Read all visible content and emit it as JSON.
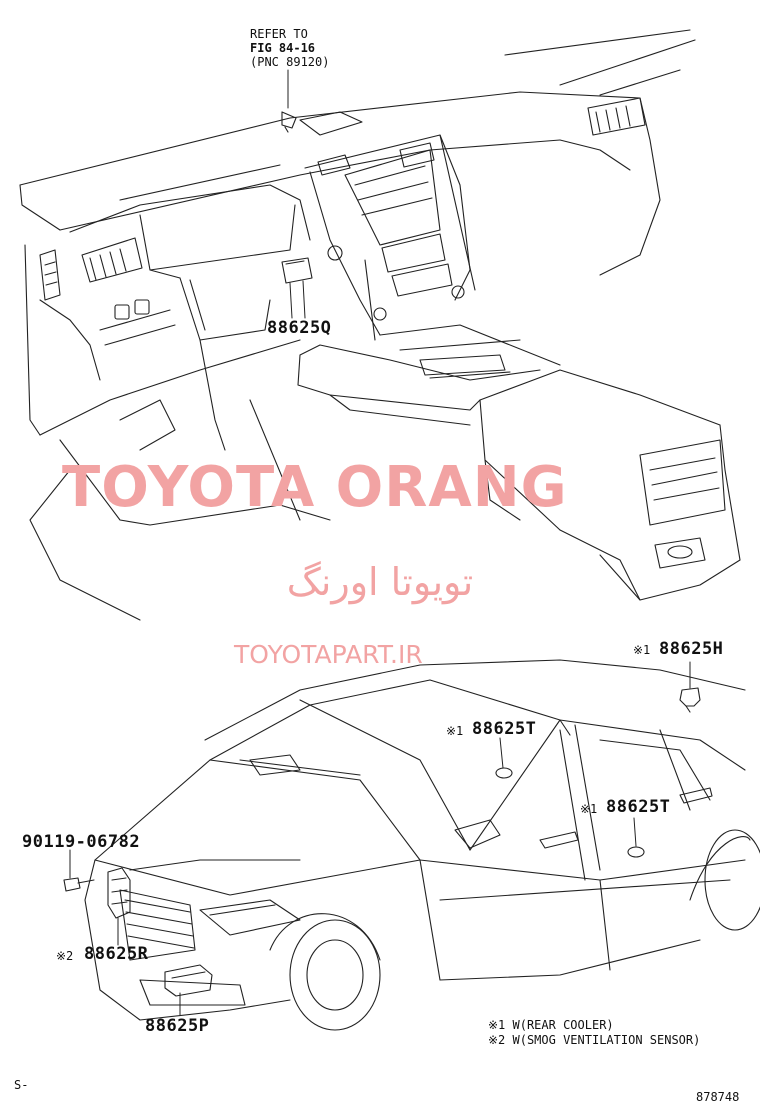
{
  "refer_note": {
    "line1": "REFER TO",
    "line2": "FIG 84-16",
    "line3": "(PNC 89120)"
  },
  "parts": {
    "q": "88625Q",
    "h_mark": "※1",
    "h": "88625H",
    "t1_mark": "※1",
    "t1": "88625T",
    "t2_mark": "※1",
    "t2": "88625T",
    "bolt": "90119-06782",
    "r_mark": "※2",
    "r": "88625R",
    "p": "88625P"
  },
  "notes": {
    "n1": "※1 W(REAR COOLER)",
    "n2": "※2 W(SMOG VENTILATION SENSOR)"
  },
  "footer": {
    "left_code": "S-",
    "illustration_no": "878748"
  },
  "watermark": {
    "brand": "TOYOTA ORANG",
    "persian": "تویوتا اورنگ",
    "url": "TOYOTAPART.IR"
  },
  "colors": {
    "line": "#222222",
    "watermark": "#f2a3a3"
  }
}
